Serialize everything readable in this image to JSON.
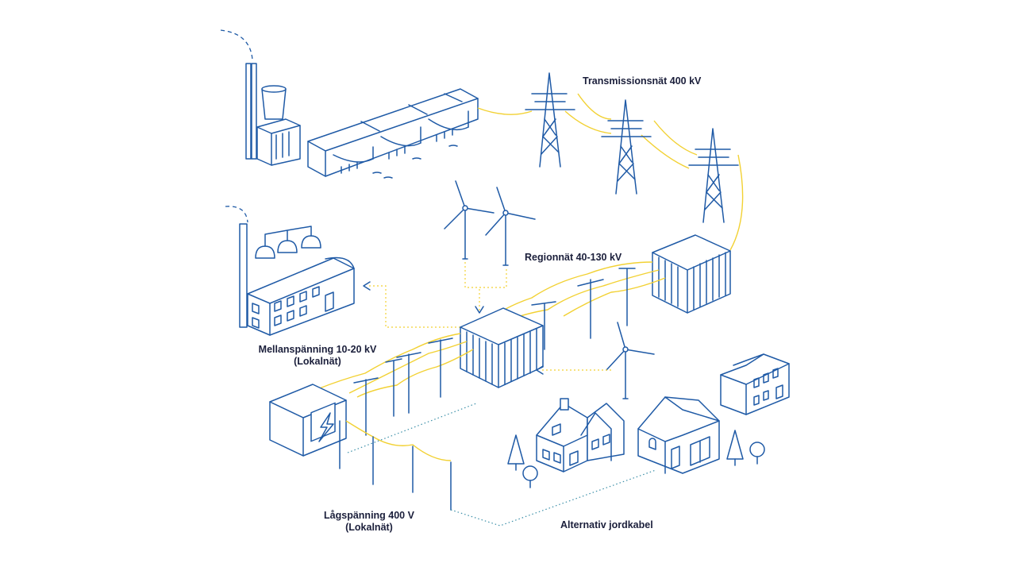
{
  "colors": {
    "blue": "#1f5aa6",
    "yellow": "#f2d133",
    "teal": "#3b8fa8",
    "text": "#1b1f3b"
  },
  "labels": {
    "transmission": "Transmissionsnät 400 kV",
    "regional": "Regionnät 40-130 kV",
    "medium_line1": "Mellanspänning 10-20 kV",
    "medium_line2": "(Lokalnät)",
    "low_line1": "Lågspänning 400 V",
    "low_line2": "(Lokalnät)",
    "underground": "Alternativ jordkabel"
  }
}
